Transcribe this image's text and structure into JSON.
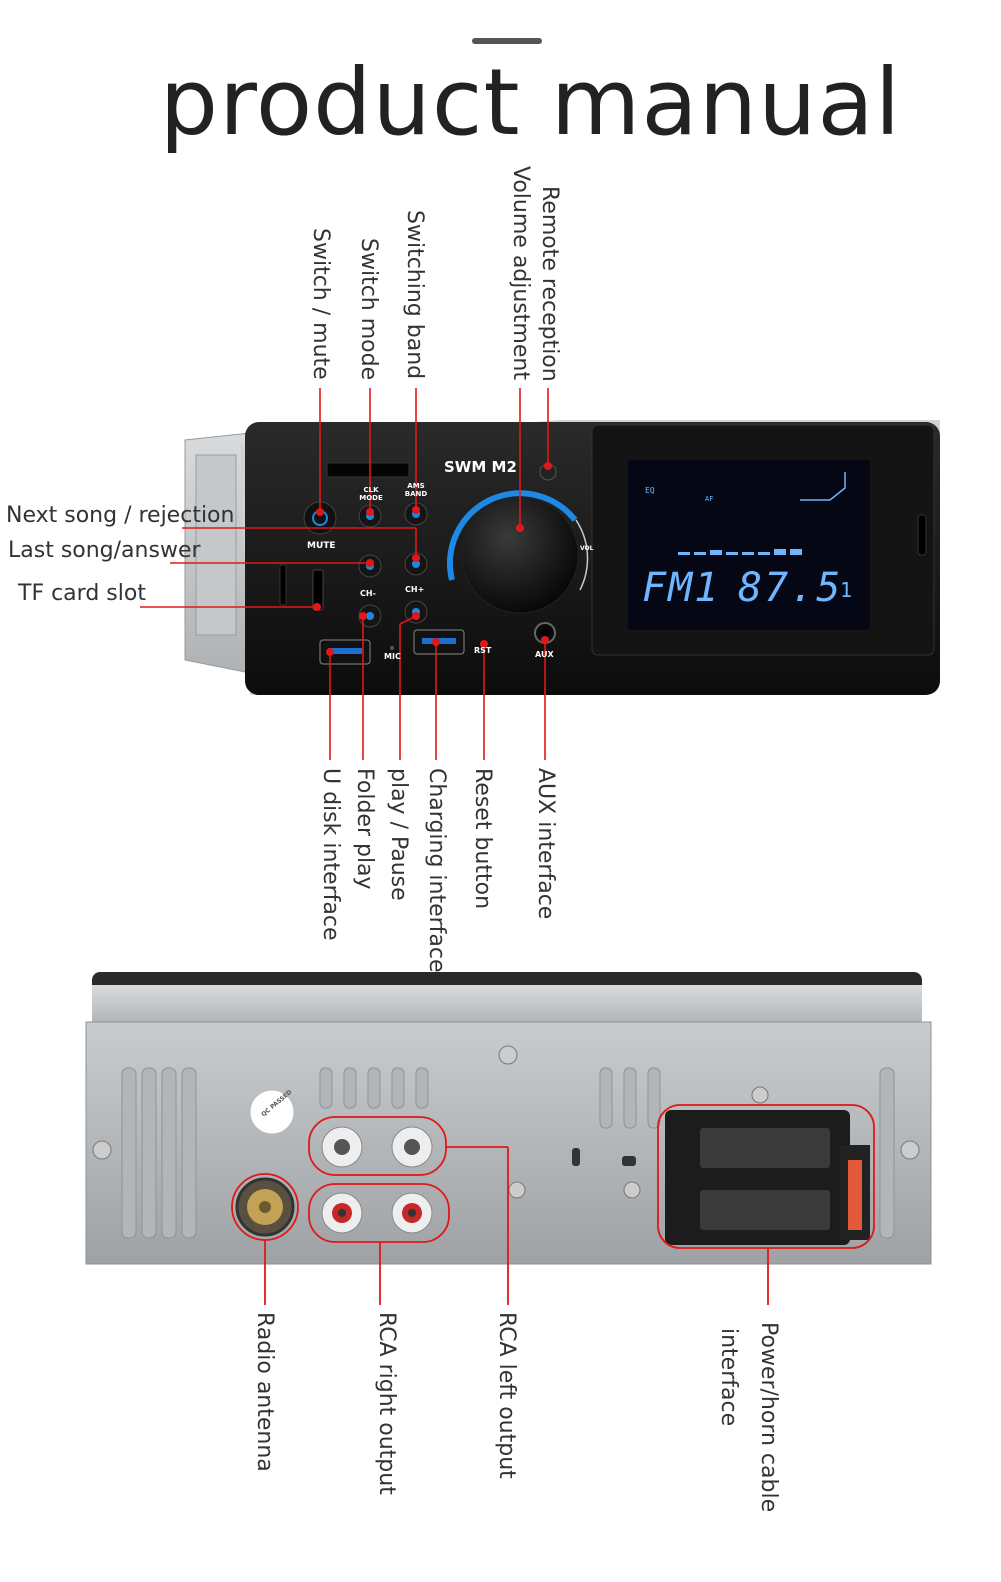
{
  "title": "product manual",
  "device": {
    "brand": "SWM",
    "model": "M2",
    "buttons": {
      "mute": "MUTE",
      "clk_mode": "CLK MODE",
      "ams_band": "AMS BAND",
      "ch_minus": "CH-",
      "ch_plus": "CH+",
      "mic": "MIC",
      "rst": "RST",
      "aux": "AUX",
      "vol": "VOL"
    },
    "display": {
      "band": "FM1",
      "frequency": "87.5",
      "preset": "1",
      "eq": "EQ",
      "af": "AF"
    }
  },
  "front_labels": {
    "switch_mute": "Switch / mute",
    "switch_mode": "Switch mode",
    "switching_band": "Switching band",
    "volume_adjustment": "Volume adjustment",
    "remote_reception": "Remote reception",
    "next_song": "Next song / rejection",
    "last_song": "Last song/answer",
    "tf_card": "TF card slot",
    "u_disk": "U disk interface",
    "folder_play": "Folder play",
    "play_pause": "play / Pause",
    "charging": "Charging interface",
    "reset": "Reset button",
    "aux": "AUX interface"
  },
  "rear": {
    "qc_stamp": "QC PASSED",
    "labels": {
      "radio_antenna": "Radio antenna",
      "rca_right": "RCA right output",
      "rca_left": "RCA left output",
      "power_line1": "Power/horn cable",
      "power_line2": "interface"
    }
  },
  "colors": {
    "callout": "#e01818",
    "accent_blue": "#1e88e5",
    "lcd": "#6fb6ff"
  }
}
